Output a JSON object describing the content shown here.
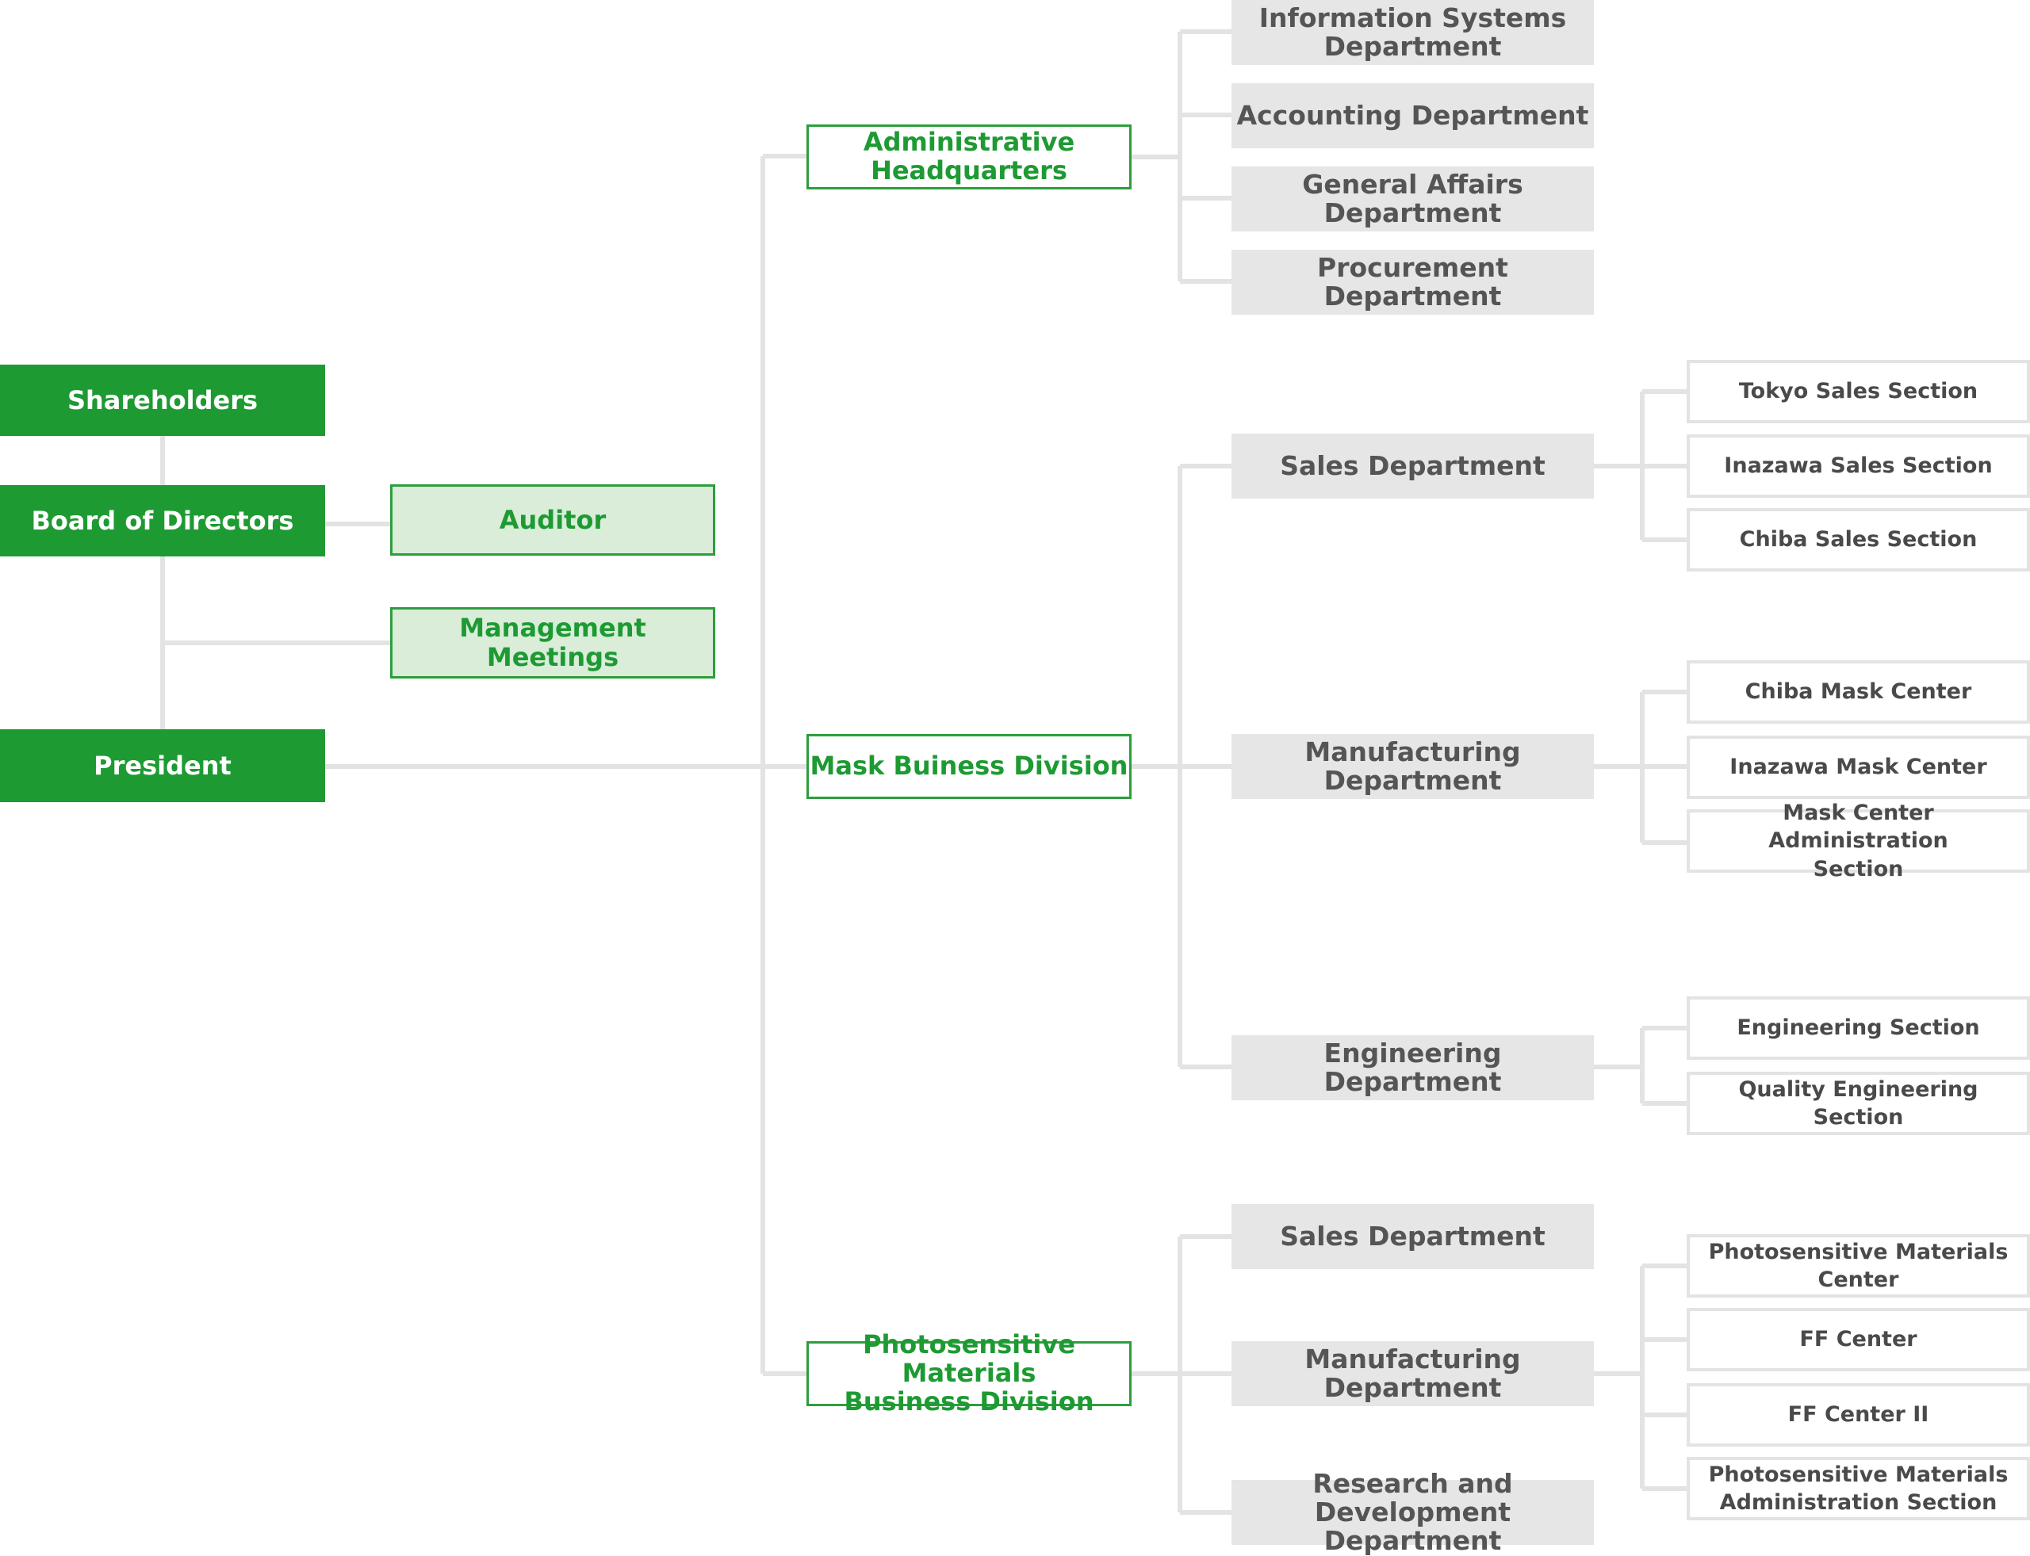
{
  "colors": {
    "primary_green": "#1e9a33",
    "light_green_fill": "#d9edd9",
    "green_border": "#2d9e3c",
    "department_fill": "#e6e6e6",
    "department_text": "#555555",
    "section_border": "#e3e3e3",
    "connector": "#e3e3e3"
  },
  "governance": {
    "shareholders": "Shareholders",
    "board_of_directors": "Board of Directors",
    "auditor": "Auditor",
    "management_meetings": "Management Meetings",
    "president": "President"
  },
  "divisions": {
    "administrative_hq": {
      "label": "Administrative\nHeadquarters",
      "departments": [
        "Information Systems\nDepartment",
        "Accounting Department",
        "General Affairs Department",
        "Procurement Department"
      ]
    },
    "mask_business": {
      "label": "Mask Buiness Division",
      "sales": {
        "label": "Sales Department",
        "sections": [
          "Tokyo Sales Section",
          "Inazawa Sales Section",
          "Chiba Sales Section"
        ]
      },
      "manufacturing": {
        "label": "Manufacturing Department",
        "sections": [
          "Chiba Mask Center",
          "Inazawa Mask Center",
          "Mask Center Administration\nSection"
        ]
      },
      "engineering": {
        "label": "Engineering Department",
        "sections": [
          "Engineering Section",
          "Quality Engineering Section"
        ]
      }
    },
    "photosensitive_materials": {
      "label": "Photosensitive Materials\nBusiness Division",
      "sales": {
        "label": "Sales Department"
      },
      "manufacturing": {
        "label": "Manufacturing Department",
        "sections": [
          "Photosensitive Materials\nCenter",
          "FF Center",
          "FF Center II",
          "Photosensitive Materials\nAdministration Section"
        ]
      },
      "research": {
        "label": "Research and Development\nDepartment"
      }
    }
  }
}
